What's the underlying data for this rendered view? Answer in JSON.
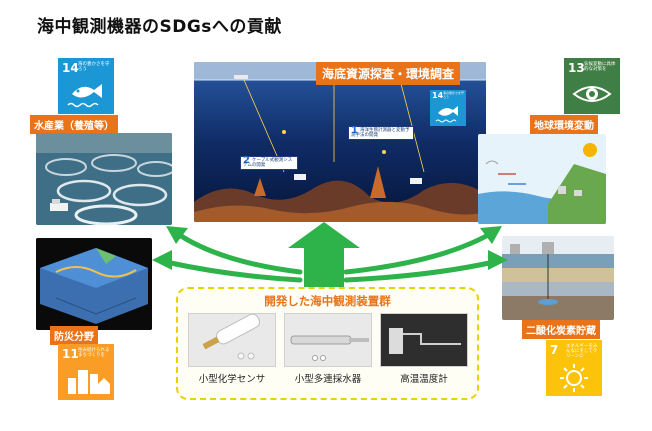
{
  "title": "海中観測機器のSDGsへの貢献",
  "center": {
    "label": "海底資源探査・環境調査",
    "tag1_num": "1",
    "tag1_text": "海洋生態計測器と変動予測手法の開発",
    "tag2_num": "2",
    "tag2_text": "ケーブル式観測システムの開発",
    "sdg_num": "14",
    "sdg_text": "海の豊かさを守ろう"
  },
  "left_top": {
    "label": "水産業（養殖等）",
    "sdg_num": "14",
    "sdg_text": "海の豊かさを守ろう",
    "sdg_color": "#1a97d4"
  },
  "right_top": {
    "label": "地球環境変動",
    "sdg_num": "13",
    "sdg_text": "気候変動に具体的な対策を",
    "sdg_color": "#3f7e44"
  },
  "left_bottom": {
    "label": "防災分野",
    "sdg_num": "11",
    "sdg_text": "住み続けられるまちづくりを",
    "sdg_color": "#f99d26"
  },
  "right_bottom": {
    "label": "二酸化炭素貯蔵",
    "sdg_num": "7",
    "sdg_text": "エネルギーをみんなにそしてクリーンに",
    "sdg_color": "#fcc30b"
  },
  "devices": {
    "title": "開発した海中観測装置群",
    "items": [
      {
        "caption": "小型化学センサ"
      },
      {
        "caption": "小型多連採水器"
      },
      {
        "caption": "高温温度計"
      }
    ]
  },
  "colors": {
    "label_bg": "#e8731a",
    "arrow": "#2db34a",
    "dashed_border": "#e6d400"
  }
}
